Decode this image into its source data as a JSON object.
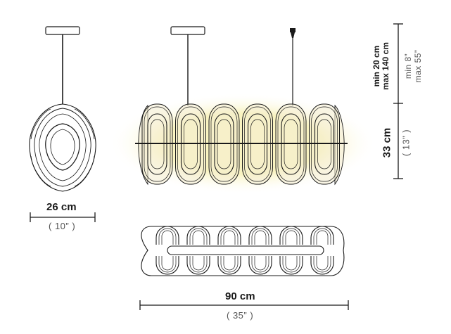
{
  "dimensions": {
    "side_width_cm": "26 cm",
    "side_width_in": "( 10” )",
    "length_cm": "90 cm",
    "length_in": "( 35” )",
    "height_cm": "33 cm",
    "height_in": "( 13” )",
    "suspension_min_cm": "min 20 cm",
    "suspension_max_cm": "max 140 cm",
    "suspension_min_in": "min 8”",
    "suspension_max_in": "max 55”"
  },
  "colors": {
    "line": "#1a1a1a",
    "glow": "#f7efb0",
    "shade_fill": "#f4ecd0",
    "muted_text": "#555555"
  }
}
